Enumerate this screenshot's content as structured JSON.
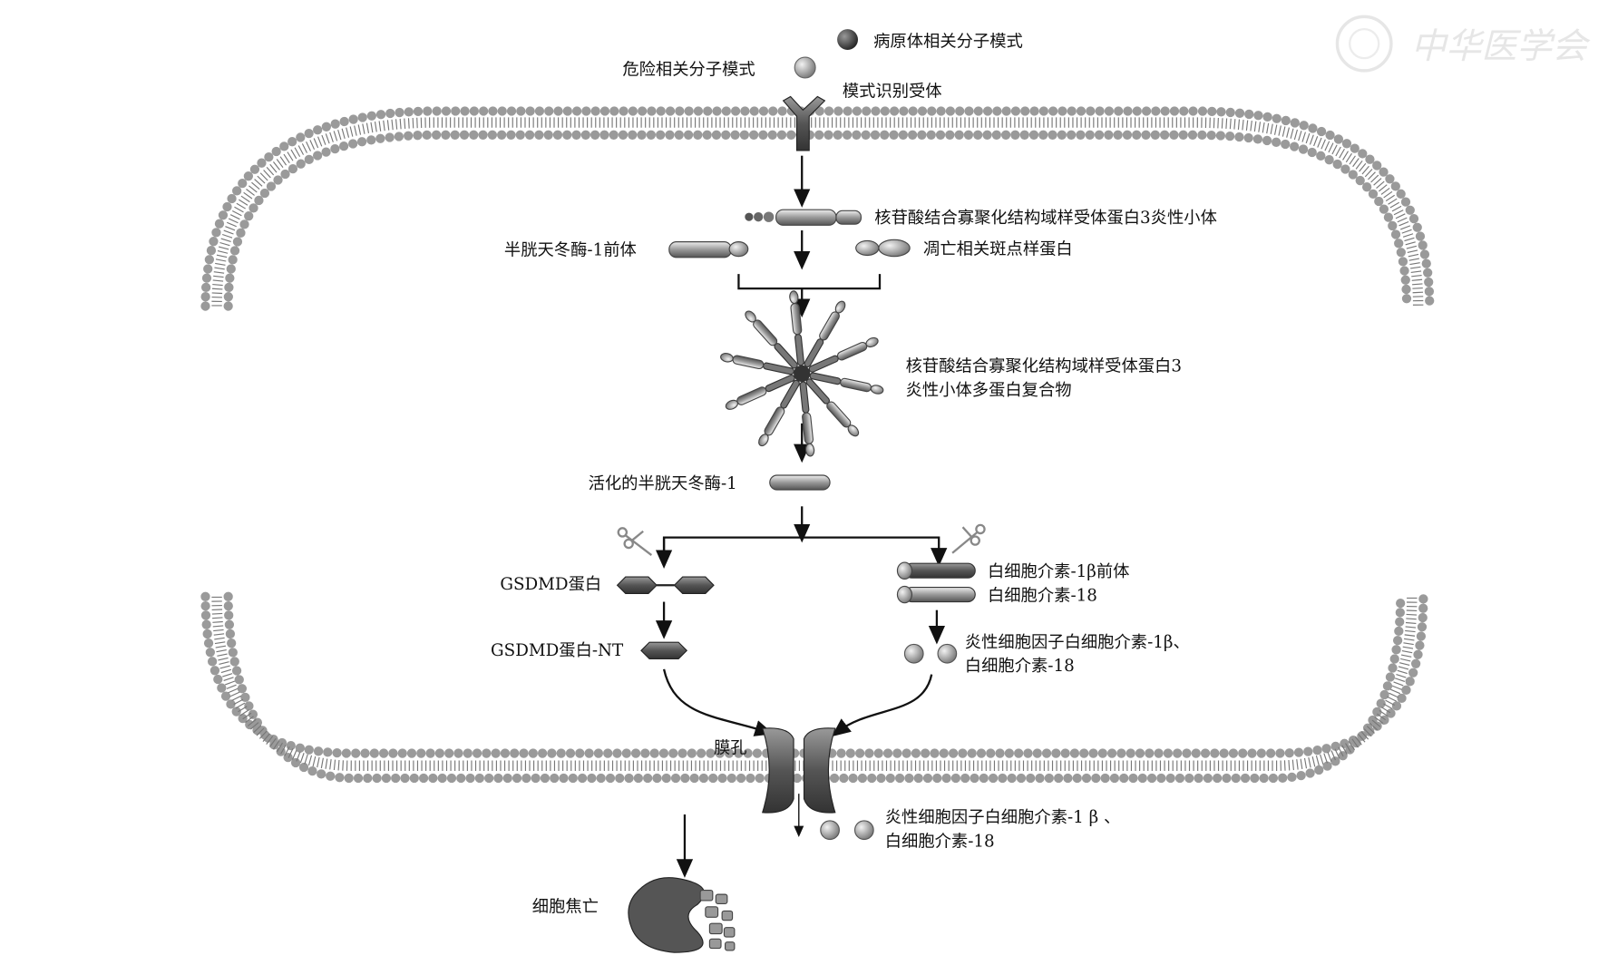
{
  "labels": {
    "pamp": "病原体相关分子模式",
    "damp": "危险相关分子模式",
    "prr": "模式识别受体",
    "nlrp3": "核苷酸结合寡聚化结构域样受体蛋白3炎性小体",
    "pro_caspase1": "半胱天冬酶-1前体",
    "asc": "凋亡相关斑点样蛋白",
    "complex_line1": "核苷酸结合寡聚化结构域样受体蛋白3",
    "complex_line2": "炎性小体多蛋白复合物",
    "active_caspase1": "活化的半胱天冬酶-1",
    "gsdmd": "GSDMD蛋白",
    "pro_il1b": "白细胞介素-1β前体",
    "il18": "白细胞介素-18",
    "gsdmd_nt": "GSDMD蛋白-NT",
    "cytokines_line1": "炎性细胞因子白细胞介素-1β、",
    "cytokines_line2": "白细胞介素-18",
    "pore": "膜孔",
    "released_line1": "炎性细胞因子白细胞介素-1 β 、",
    "released_line2": "白细胞介素-18",
    "pyroptosis": "细胞焦亡"
  },
  "watermark": "中华医学会",
  "colors": {
    "dark": "#444444",
    "mid": "#8a8a8a",
    "light": "#c8c8c8",
    "membrane": "#9a9a9a"
  }
}
